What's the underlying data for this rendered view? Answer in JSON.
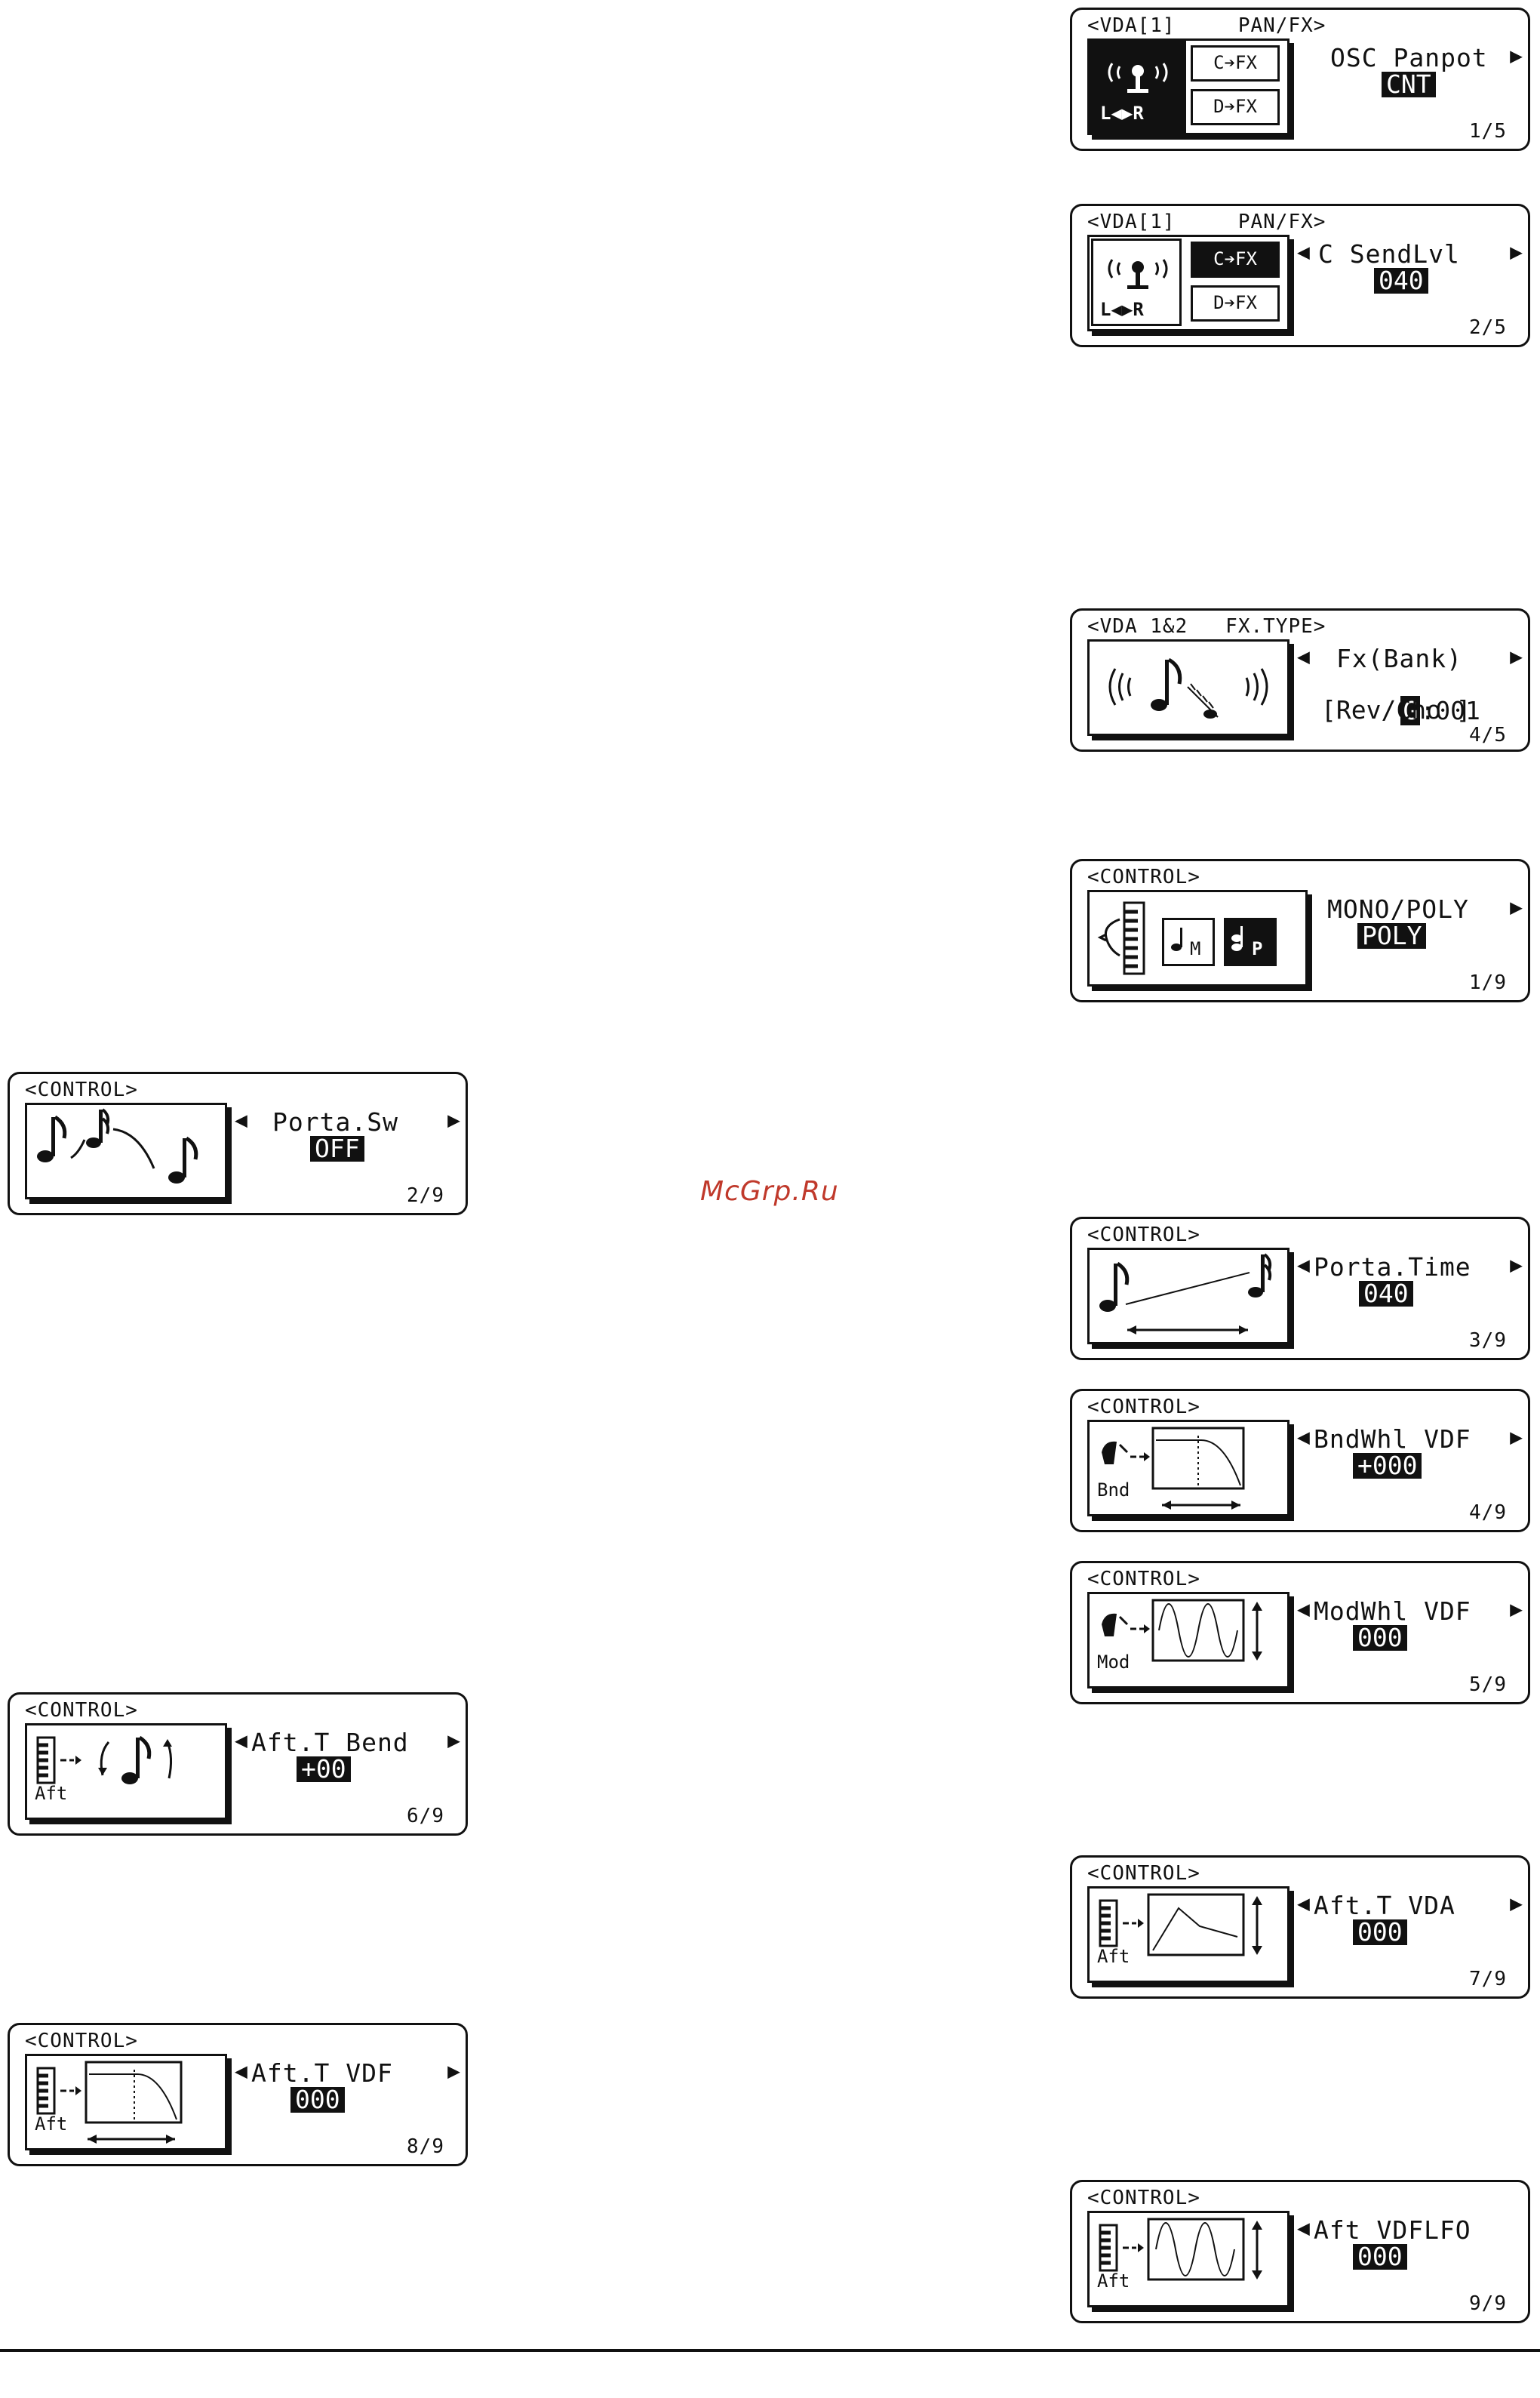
{
  "watermark": "McGrp.Ru",
  "screens": {
    "vda1_pan": {
      "header": "<VDA[1]     PAN/FX>",
      "left_arrow": "",
      "param": "OSC Panpot",
      "right_arrow": "▶",
      "value": "CNT",
      "page": "1/5",
      "icon": {
        "lr_label": "L◀▶R",
        "c_fx": "C➔FX",
        "d_fx": "D➔FX"
      }
    },
    "vda1_send": {
      "header": "<VDA[1]     PAN/FX>",
      "left_arrow": "◀",
      "param": "C SendLvl",
      "right_arrow": "▶",
      "value": "040",
      "page": "2/5",
      "icon": {
        "lr_label": "L◀▶R",
        "c_fx": "C➔FX",
        "d_fx": "D➔FX"
      }
    },
    "vda12_fxtype": {
      "header": "<VDA 1&2   FX.TYPE>",
      "left_arrow": "◀",
      "param": "Fx(Bank)",
      "right_arrow": "▶",
      "value_prefix": "G",
      "value": ":001",
      "sub": "[Rev/Cho ]",
      "page": "4/5"
    },
    "control_monopoly": {
      "header": "<CONTROL>",
      "left_arrow": "",
      "param": "MONO/POLY",
      "right_arrow": "▶",
      "value": "POLY",
      "page": "1/9",
      "icon": {
        "m": "M",
        "p": "P"
      }
    },
    "control_portasw": {
      "header": "<CONTROL>",
      "left_arrow": "◀",
      "param": "Porta.Sw",
      "right_arrow": "▶",
      "value": "OFF",
      "page": "2/9"
    },
    "control_portatime": {
      "header": "<CONTROL>",
      "left_arrow": "◀",
      "param": "Porta.Time",
      "right_arrow": "▶",
      "value": "040",
      "page": "3/9"
    },
    "control_bendvdf": {
      "header": "<CONTROL>",
      "left_arrow": "◀",
      "param": "BndWhl VDF",
      "right_arrow": "▶",
      "value": "+000",
      "page": "4/9",
      "icon": {
        "src": "Bnd"
      }
    },
    "control_modvdf": {
      "header": "<CONTROL>",
      "left_arrow": "◀",
      "param": "ModWhl VDF",
      "right_arrow": "▶",
      "value": "000",
      "page": "5/9",
      "icon": {
        "src": "Mod"
      }
    },
    "control_aftbend": {
      "header": "<CONTROL>",
      "left_arrow": "◀",
      "param": "Aft.T Bend",
      "right_arrow": "▶",
      "value": "+00",
      "page": "6/9",
      "icon": {
        "src": "Aft"
      }
    },
    "control_aftvda": {
      "header": "<CONTROL>",
      "left_arrow": "◀",
      "param": "Aft.T VDA",
      "right_arrow": "▶",
      "value": "000",
      "page": "7/9",
      "icon": {
        "src": "Aft"
      }
    },
    "control_aftvdf": {
      "header": "<CONTROL>",
      "left_arrow": "◀",
      "param": "Aft.T VDF",
      "right_arrow": "▶",
      "value": "000",
      "page": "8/9",
      "icon": {
        "src": "Aft"
      }
    },
    "control_aftvdflfo": {
      "header": "<CONTROL>",
      "left_arrow": "◀",
      "param": "Aft VDFLFO",
      "right_arrow": "",
      "value": "000",
      "page": "9/9",
      "icon": {
        "src": "Aft"
      }
    }
  }
}
